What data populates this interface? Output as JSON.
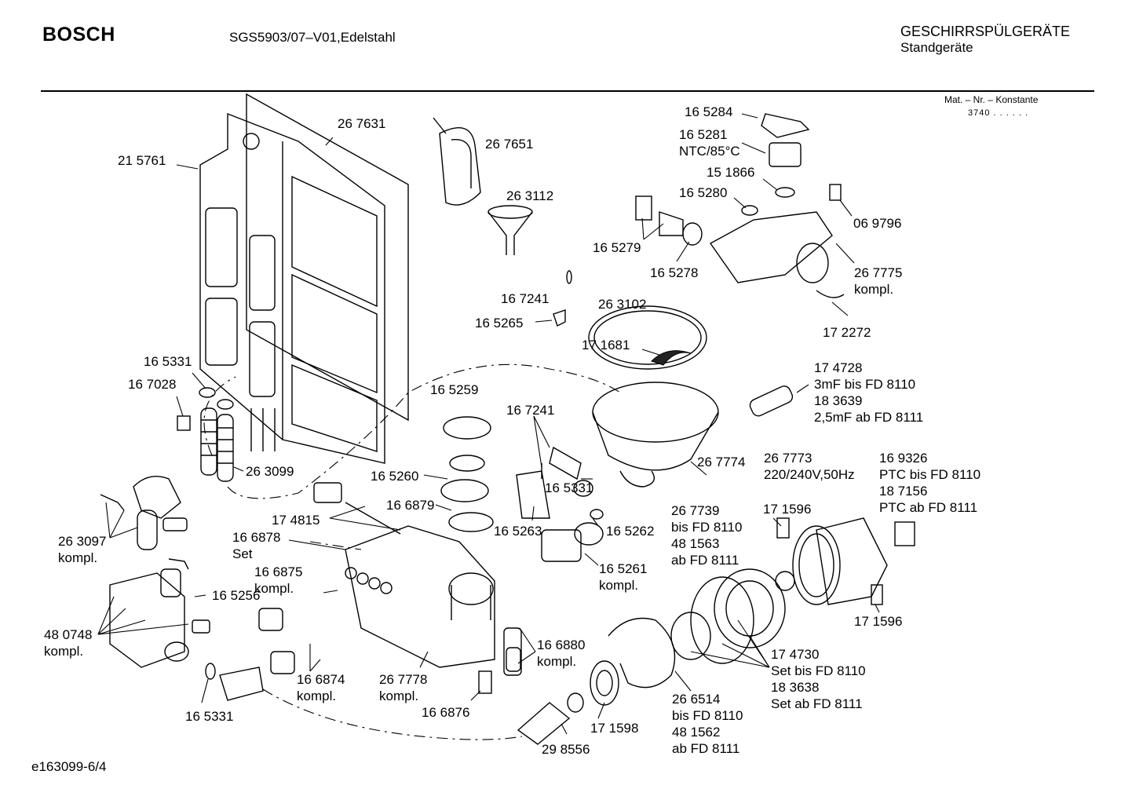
{
  "header": {
    "brand": "BOSCH",
    "model": "SGS5903/07–V01,Edelstahl",
    "category_line1": "GESCHIRRSPÜLGERÄTE",
    "category_line2": "Standgeräte",
    "mat_label": "Mat. – Nr. – Konstante",
    "mat_value": "3740  .  .    .  .  .  ."
  },
  "footer": {
    "code": "e163099-6/4"
  },
  "parts": [
    {
      "id": "p-267631",
      "lines": [
        "26 7631"
      ]
    },
    {
      "id": "p-215761",
      "lines": [
        "21 5761"
      ]
    },
    {
      "id": "p-267651",
      "lines": [
        "26 7651"
      ]
    },
    {
      "id": "p-263112",
      "lines": [
        "26 3112"
      ]
    },
    {
      "id": "p-165284",
      "lines": [
        "16 5284"
      ]
    },
    {
      "id": "p-165281",
      "lines": [
        "16 5281",
        "NTC/85°C"
      ]
    },
    {
      "id": "p-151866",
      "lines": [
        "15 1866"
      ]
    },
    {
      "id": "p-165280",
      "lines": [
        "16 5280"
      ]
    },
    {
      "id": "p-069796",
      "lines": [
        "06 9796"
      ]
    },
    {
      "id": "p-165279",
      "lines": [
        "16 5279"
      ]
    },
    {
      "id": "p-165278",
      "lines": [
        "16 5278"
      ]
    },
    {
      "id": "p-267775",
      "lines": [
        "26 7775",
        "kompl."
      ]
    },
    {
      "id": "p-167241a",
      "lines": [
        "16 7241"
      ]
    },
    {
      "id": "p-263102",
      "lines": [
        "26 3102"
      ]
    },
    {
      "id": "p-165265",
      "lines": [
        "16 5265"
      ]
    },
    {
      "id": "p-171681",
      "lines": [
        "17 1681"
      ]
    },
    {
      "id": "p-172272",
      "lines": [
        "17 2272"
      ]
    },
    {
      "id": "p-174728",
      "lines": [
        "17 4728",
        "3mF  bis FD 8110",
        "18 3639",
        "2,5mF  ab FD 8111"
      ]
    },
    {
      "id": "p-165331a",
      "lines": [
        "16 5331"
      ]
    },
    {
      "id": "p-167028",
      "lines": [
        "16 7028"
      ]
    },
    {
      "id": "p-165259",
      "lines": [
        "16 5259"
      ]
    },
    {
      "id": "p-167241b",
      "lines": [
        "16 7241"
      ]
    },
    {
      "id": "p-263099",
      "lines": [
        "26 3099"
      ]
    },
    {
      "id": "p-267774",
      "lines": [
        "26 7774"
      ]
    },
    {
      "id": "p-267773",
      "lines": [
        "26 7773",
        "220/240V,50Hz"
      ]
    },
    {
      "id": "p-169326",
      "lines": [
        "16 9326",
        "PTC bis FD 8110",
        "18 7156",
        "PTC ab FD 8111"
      ]
    },
    {
      "id": "p-165260",
      "lines": [
        "16 5260"
      ]
    },
    {
      "id": "p-165331b",
      "lines": [
        "16 5331"
      ]
    },
    {
      "id": "p-166879",
      "lines": [
        "16 6879"
      ]
    },
    {
      "id": "p-171596a",
      "lines": [
        "17 1596"
      ]
    },
    {
      "id": "p-174815",
      "lines": [
        "17 4815"
      ]
    },
    {
      "id": "p-263097",
      "lines": [
        "26 3097",
        "kompl."
      ]
    },
    {
      "id": "p-166878",
      "lines": [
        "16 6878",
        "Set"
      ]
    },
    {
      "id": "p-165263",
      "lines": [
        "16 5263"
      ]
    },
    {
      "id": "p-165262",
      "lines": [
        "16 5262"
      ]
    },
    {
      "id": "p-267739",
      "lines": [
        "26 7739",
        "bis FD 8110",
        "48 1563",
        "ab FD 8111"
      ]
    },
    {
      "id": "p-166875",
      "lines": [
        "16 6875",
        "kompl."
      ]
    },
    {
      "id": "p-165261",
      "lines": [
        "16 5261",
        "kompl."
      ]
    },
    {
      "id": "p-165256",
      "lines": [
        "16 5256"
      ]
    },
    {
      "id": "p-480748",
      "lines": [
        "48 0748",
        "kompl."
      ]
    },
    {
      "id": "p-171596b",
      "lines": [
        "17 1596"
      ]
    },
    {
      "id": "p-166880",
      "lines": [
        "16 6880",
        "kompl."
      ]
    },
    {
      "id": "p-174730",
      "lines": [
        "17 4730",
        "Set bis FD 8110",
        "18 3638",
        "Set ab FD 8111"
      ]
    },
    {
      "id": "p-166874",
      "lines": [
        "16 6874",
        "kompl."
      ]
    },
    {
      "id": "p-267778",
      "lines": [
        "26 7778",
        "kompl."
      ]
    },
    {
      "id": "p-266514",
      "lines": [
        "26 6514",
        "bis FD 8110",
        "48 1562",
        "ab FD 8111"
      ]
    },
    {
      "id": "p-165331c",
      "lines": [
        "16 5331"
      ]
    },
    {
      "id": "p-166876",
      "lines": [
        "16 6876"
      ]
    },
    {
      "id": "p-171598",
      "lines": [
        "17 1598"
      ]
    },
    {
      "id": "p-298556",
      "lines": [
        "29 8556"
      ]
    }
  ]
}
